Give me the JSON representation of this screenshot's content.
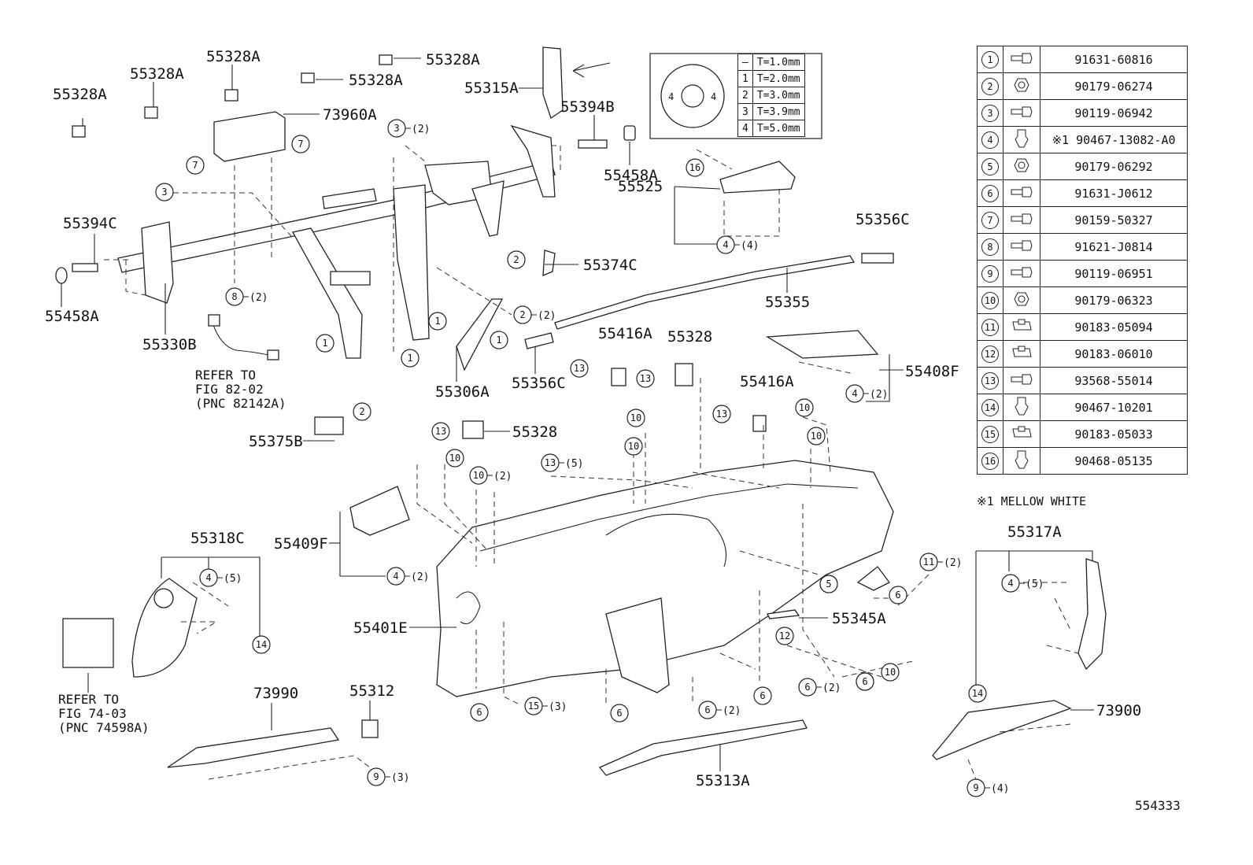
{
  "diagram_id": "554333",
  "part_labels": [
    "55328A",
    "55328A",
    "55328A",
    "55328A",
    "55328A",
    "73960A",
    "55315A",
    "55394B",
    "55458A",
    "55525",
    "55356C",
    "55394C",
    "55458A",
    "55330B",
    "55374C",
    "55355",
    "55306A",
    "55356C",
    "55416A",
    "55328",
    "55408F",
    "55416A",
    "55375B",
    "55328",
    "55409F",
    "55318C",
    "55401E",
    "55317A",
    "55345A",
    "73990",
    "55312",
    "73900",
    "55313A"
  ],
  "callouts": [
    {
      "n": "7",
      "q": ""
    },
    {
      "n": "7",
      "q": ""
    },
    {
      "n": "3",
      "q": "(2)"
    },
    {
      "n": "3",
      "q": ""
    },
    {
      "n": "8",
      "q": "(2)"
    },
    {
      "n": "1",
      "q": ""
    },
    {
      "n": "1",
      "q": ""
    },
    {
      "n": "1",
      "q": ""
    },
    {
      "n": "1",
      "q": ""
    },
    {
      "n": "2",
      "q": "(2)"
    },
    {
      "n": "2",
      "q": ""
    },
    {
      "n": "2",
      "q": ""
    },
    {
      "n": "16",
      "q": ""
    },
    {
      "n": "4",
      "q": "(4)"
    },
    {
      "n": "13",
      "q": ""
    },
    {
      "n": "13",
      "q": ""
    },
    {
      "n": "13",
      "q": ""
    },
    {
      "n": "13",
      "q": ""
    },
    {
      "n": "13",
      "q": "(5)"
    },
    {
      "n": "10",
      "q": ""
    },
    {
      "n": "10",
      "q": ""
    },
    {
      "n": "10",
      "q": ""
    },
    {
      "n": "10",
      "q": ""
    },
    {
      "n": "10",
      "q": "(2)"
    },
    {
      "n": "10",
      "q": ""
    },
    {
      "n": "10",
      "q": ""
    },
    {
      "n": "10",
      "q": ""
    },
    {
      "n": "10",
      "q": ""
    },
    {
      "n": "4",
      "q": "(2)"
    },
    {
      "n": "4",
      "q": "(2)"
    },
    {
      "n": "4",
      "q": "(5)"
    },
    {
      "n": "4",
      "q": "(5)"
    },
    {
      "n": "14",
      "q": ""
    },
    {
      "n": "14",
      "q": ""
    },
    {
      "n": "11",
      "q": "(2)"
    },
    {
      "n": "5",
      "q": ""
    },
    {
      "n": "6",
      "q": ""
    },
    {
      "n": "12",
      "q": ""
    },
    {
      "n": "6",
      "q": "(2)"
    },
    {
      "n": "6",
      "q": ""
    },
    {
      "n": "6",
      "q": ""
    },
    {
      "n": "6",
      "q": ""
    },
    {
      "n": "6",
      "q": "(2)"
    },
    {
      "n": "6",
      "q": ""
    },
    {
      "n": "15",
      "q": "(3)"
    },
    {
      "n": "9",
      "q": "(3)"
    },
    {
      "n": "9",
      "q": "(4)"
    }
  ],
  "refer_notes": [
    {
      "lines": [
        "REFER TO",
        "FIG 82-02",
        "(PNC 82142A)"
      ]
    },
    {
      "lines": [
        "REFER TO",
        "FIG 74-03",
        "(PNC 74598A)"
      ]
    }
  ],
  "washer_table": [
    {
      "key": "—",
      "value": "T=1.0mm"
    },
    {
      "key": "1",
      "value": "T=2.0mm"
    },
    {
      "key": "2",
      "value": "T=3.0mm"
    },
    {
      "key": "3",
      "value": "T=3.9mm"
    },
    {
      "key": "4",
      "value": "T=5.0mm"
    }
  ],
  "fastener_table": [
    {
      "key": "1",
      "part": "91631-60816",
      "icon": "bolt"
    },
    {
      "key": "2",
      "part": "90179-06274",
      "icon": "nut"
    },
    {
      "key": "3",
      "part": "90119-06942",
      "icon": "bolt"
    },
    {
      "key": "4",
      "part": "※1 90467-13082-A0",
      "icon": "clip"
    },
    {
      "key": "5",
      "part": "90179-06292",
      "icon": "nut"
    },
    {
      "key": "6",
      "part": "91631-J0612",
      "icon": "bolt"
    },
    {
      "key": "7",
      "part": "90159-50327",
      "icon": "bolt"
    },
    {
      "key": "8",
      "part": "91621-J0814",
      "icon": "bolt"
    },
    {
      "key": "9",
      "part": "90119-06951",
      "icon": "bolt"
    },
    {
      "key": "10",
      "part": "90179-06323",
      "icon": "nut"
    },
    {
      "key": "11",
      "part": "90183-05094",
      "icon": "clip-nut"
    },
    {
      "key": "12",
      "part": "90183-06010",
      "icon": "clip-nut"
    },
    {
      "key": "13",
      "part": "93568-55014",
      "icon": "bolt"
    },
    {
      "key": "14",
      "part": "90467-10201",
      "icon": "clip"
    },
    {
      "key": "15",
      "part": "90183-05033",
      "icon": "clip-nut"
    },
    {
      "key": "16",
      "part": "90468-05135",
      "icon": "clip"
    }
  ],
  "note": "※1  MELLOW WHITE"
}
